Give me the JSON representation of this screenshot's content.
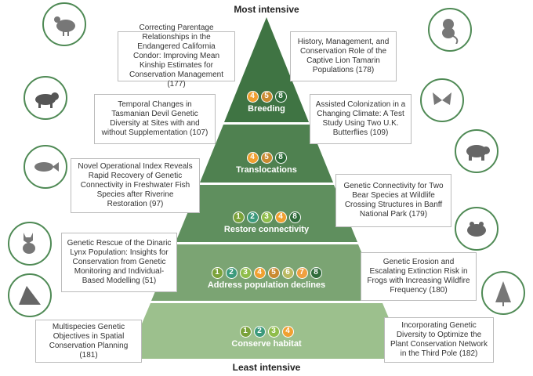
{
  "axis": {
    "top": "Most intensive",
    "bottom": "Least intensive"
  },
  "badge_colors": {
    "1": "#7aa23a",
    "2": "#3c9a7c",
    "3": "#8fbd4a",
    "4": "#f0a030",
    "5": "#c98a30",
    "6": "#b8b860",
    "7": "#f0a040",
    "8": "#2f6b3a"
  },
  "tiers": [
    {
      "name": "Breeding",
      "badges": [
        "4",
        "5",
        "8"
      ]
    },
    {
      "name": "Translocations",
      "badges": [
        "4",
        "5",
        "8"
      ]
    },
    {
      "name": "Restore connectivity",
      "badges": [
        "1",
        "2",
        "3",
        "4",
        "8"
      ]
    },
    {
      "name": "Address population declines",
      "badges": [
        "1",
        "2",
        "3",
        "4",
        "5",
        "6",
        "7",
        "8"
      ]
    },
    {
      "name": "Conserve habitat",
      "badges": [
        "1",
        "2",
        "3",
        "4"
      ]
    }
  ],
  "studies": [
    {
      "text": "Correcting Parentage Relationships in the Endangered California Condor: Improving Mean Kinship Estimates for Conservation Management (177)",
      "icon": "condor-icon"
    },
    {
      "text": "History, Management, and Conservation Role of the Captive Lion Tamarin Populations (178)",
      "icon": "tamarin-icon"
    },
    {
      "text": "Temporal Changes in Tasmanian Devil Genetic Diversity at Sites with and without Supplementation (107)",
      "icon": "tasmanian-devil-icon"
    },
    {
      "text": "Assisted Colonization in a Changing Climate: A Test Study Using Two U.K. Butterflies (109)",
      "icon": "butterfly-icon"
    },
    {
      "text": "Novel Operational Index Reveals Rapid Recovery of Genetic Connectivity in Freshwater Fish Species after Riverine Restoration (97)",
      "icon": "fish-icon"
    },
    {
      "text": "Genetic Connectivity for Two Bear Species at Wildlife Crossing Structures in Banff National Park (179)",
      "icon": "bear-icon"
    },
    {
      "text": "Genetic Rescue of the Dinaric Lynx Population: Insights for Conservation from Genetic Monitoring and Individual-Based Modelling (51)",
      "icon": "lynx-icon"
    },
    {
      "text": "Genetic Erosion and Escalating Extinction Risk in Frogs with Increasing Wildfire Frequency (180)",
      "icon": "frog-icon"
    },
    {
      "text": "Multispecies Genetic Objectives in Spatial Conservation Planning (181)",
      "icon": "landscape-icon"
    },
    {
      "text": "Incorporating Genetic Diversity to Optimize the Plant Conservation Network in the Third Pole (182)",
      "icon": "tree-icon"
    }
  ]
}
